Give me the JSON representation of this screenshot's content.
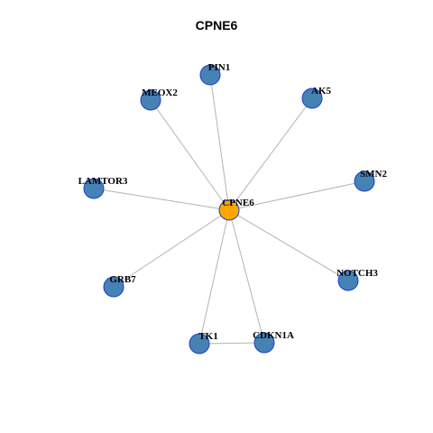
{
  "title": "CPNE6",
  "colors": {
    "hub_fill": "#FFA500",
    "node_fill": "#4682B4",
    "node_stroke": "#1E3FCC",
    "edge": "#B3B3B3"
  },
  "network": {
    "nodes": [
      {
        "id": "CPNE6",
        "label": "CPNE6",
        "hub": true
      },
      {
        "id": "PIN1",
        "label": "PIN1",
        "hub": false
      },
      {
        "id": "MEOX2",
        "label": "MEOX2",
        "hub": false
      },
      {
        "id": "AK5",
        "label": "AK5",
        "hub": false
      },
      {
        "id": "LAMTOR3",
        "label": "LAMTOR3",
        "hub": false
      },
      {
        "id": "SMN2",
        "label": "SMN2",
        "hub": false
      },
      {
        "id": "GRB7",
        "label": "GRB7",
        "hub": false
      },
      {
        "id": "NOTCH3",
        "label": "NOTCH3",
        "hub": false
      },
      {
        "id": "TK1",
        "label": "TK1",
        "hub": false
      },
      {
        "id": "CDKN1A",
        "label": "CDKN1A",
        "hub": false
      }
    ],
    "edges": [
      [
        "CPNE6",
        "PIN1"
      ],
      [
        "CPNE6",
        "MEOX2"
      ],
      [
        "CPNE6",
        "AK5"
      ],
      [
        "CPNE6",
        "LAMTOR3"
      ],
      [
        "CPNE6",
        "SMN2"
      ],
      [
        "CPNE6",
        "GRB7"
      ],
      [
        "CPNE6",
        "NOTCH3"
      ],
      [
        "CPNE6",
        "TK1"
      ],
      [
        "CPNE6",
        "CDKN1A"
      ],
      [
        "TK1",
        "CDKN1A"
      ]
    ]
  }
}
